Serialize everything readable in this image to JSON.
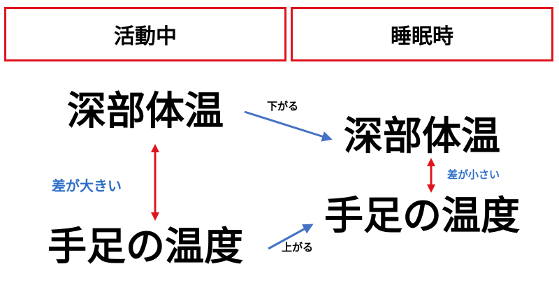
{
  "headers": {
    "active": "活動中",
    "sleep": "睡眠時"
  },
  "active": {
    "core_temp": "深部体温",
    "limb_temp": "手足の温度",
    "difference_label": "差が大きい"
  },
  "sleep": {
    "core_temp": "深部体温",
    "limb_temp": "手足の温度",
    "difference_label": "差が小さい"
  },
  "transitions": {
    "core": "下がる",
    "limb": "上がる"
  },
  "colors": {
    "box_border": "#e0141e",
    "difference_arrow": "#e0141e",
    "transition_arrow": "#4472c4",
    "difference_text": "#2f6fc7"
  }
}
